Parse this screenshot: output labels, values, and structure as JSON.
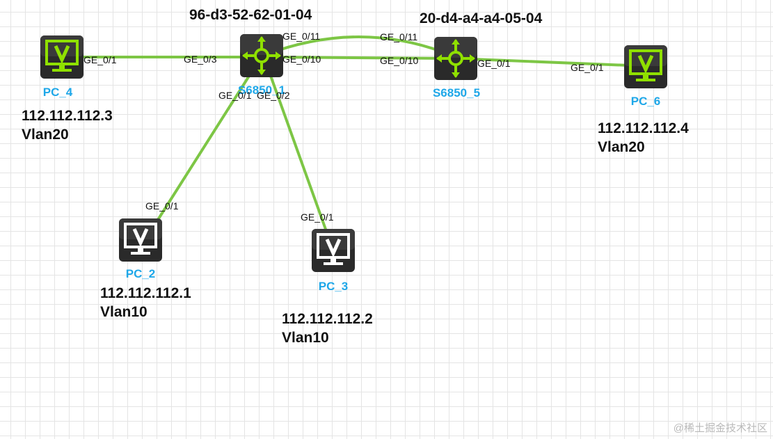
{
  "devices": {
    "s6850_1": {
      "name": "S6850_1",
      "mac": "96-d3-52-62-01-04"
    },
    "s6850_5": {
      "name": "S6850_5",
      "mac": "20-d4-a4-a4-05-04"
    },
    "pc_4": {
      "name": "PC_4",
      "ip": "112.112.112.3",
      "vlan": "Vlan20"
    },
    "pc_6": {
      "name": "PC_6",
      "ip": "112.112.112.4",
      "vlan": "Vlan20"
    },
    "pc_2": {
      "name": "PC_2",
      "ip": "112.112.112.1",
      "vlan": "Vlan10"
    },
    "pc_3": {
      "name": "PC_3",
      "ip": "112.112.112.2",
      "vlan": "Vlan10"
    }
  },
  "links": [
    {
      "from": "pc_4",
      "from_port": "GE_0/1",
      "to": "s6850_1",
      "to_port": "GE_0/3"
    },
    {
      "from": "s6850_1",
      "from_port": "GE_0/11",
      "to": "s6850_5",
      "to_port": "GE_0/11"
    },
    {
      "from": "s6850_1",
      "from_port": "GE_0/10",
      "to": "s6850_5",
      "to_port": "GE_0/10"
    },
    {
      "from": "s6850_5",
      "from_port": "GE_0/1",
      "to": "pc_6",
      "to_port": "GE_0/1"
    },
    {
      "from": "s6850_1",
      "from_port": "GE_0/1",
      "to": "pc_2",
      "to_port": "GE_0/1"
    },
    {
      "from": "s6850_1",
      "from_port": "GE_0/2",
      "to": "pc_3",
      "to_port": "GE_0/1"
    }
  ],
  "colors": {
    "link": "#7dc645",
    "active_screen": "#8fe000",
    "idle_screen": "#ffffff",
    "device_body": "#2a2a2a",
    "device_name": "#1ea7e8"
  },
  "watermark": "@稀土掘金技术社区"
}
